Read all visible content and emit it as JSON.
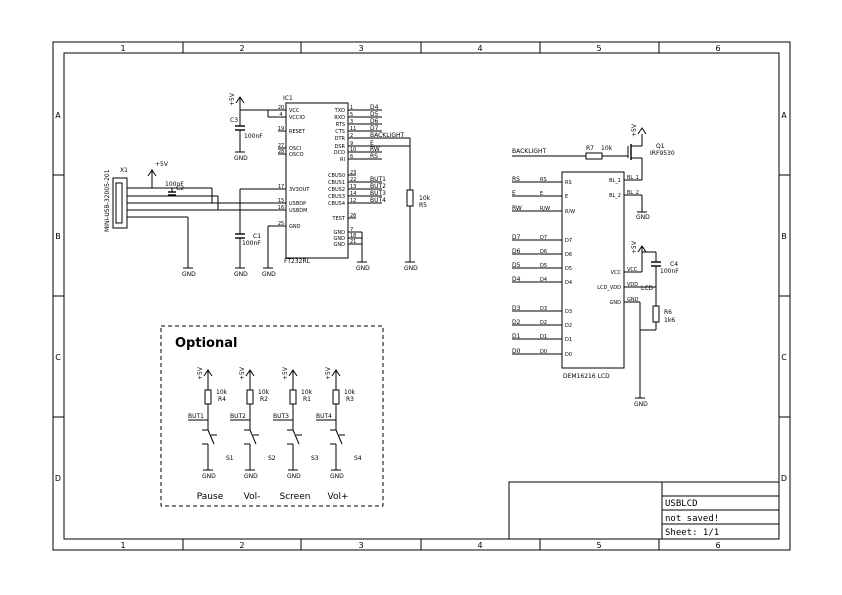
{
  "frame": {
    "columns": [
      "1",
      "2",
      "3",
      "4",
      "5",
      "6"
    ],
    "rows": [
      "A",
      "B",
      "C",
      "D"
    ]
  },
  "title_block": {
    "name": "USBLCD",
    "status": "not saved!",
    "sheet": "Sheet: 1/1"
  },
  "usb": {
    "ref": "X1",
    "part": "MINI-USB-32005-201",
    "cap": "C2",
    "cap_value": "100nF",
    "supply": "+5V"
  },
  "ic1": {
    "ref": "IC1",
    "part": "FT232RL",
    "left_pins": [
      {
        "num": "20",
        "name": "VCC"
      },
      {
        "num": "4",
        "name": "VCCIO"
      },
      {
        "num": "19",
        "name": "RESET"
      },
      {
        "num": "27",
        "name": "OSCI"
      },
      {
        "num": "28",
        "name": "OSCO"
      },
      {
        "num": "17",
        "name": "3V3OUT"
      },
      {
        "num": "15",
        "name": "USBDP"
      },
      {
        "num": "16",
        "name": "USBDM"
      },
      {
        "num": "25",
        "name": "GND"
      }
    ],
    "right_pins": [
      {
        "num": "1",
        "name": "TXD",
        "net": "D4"
      },
      {
        "num": "5",
        "name": "RXD",
        "net": "D5"
      },
      {
        "num": "3",
        "name": "RTS",
        "net": "D6"
      },
      {
        "num": "11",
        "name": "CTS",
        "net": "D7"
      },
      {
        "num": "2",
        "name": "DTR",
        "net": "BACKLIGHT"
      },
      {
        "num": "9",
        "name": "DSR",
        "net": "E"
      },
      {
        "num": "10",
        "name": "DCD",
        "net": "RW"
      },
      {
        "num": "6",
        "name": "RI",
        "net": "RS"
      },
      {
        "num": "23",
        "name": "CBUS0",
        "net": ""
      },
      {
        "num": "22",
        "name": "CBUS1",
        "net": "BUT1"
      },
      {
        "num": "13",
        "name": "CBUS2",
        "net": "BUT2"
      },
      {
        "num": "14",
        "name": "CBUS3",
        "net": "BUT3"
      },
      {
        "num": "12",
        "name": "CBUS4",
        "net": "BUT4"
      },
      {
        "num": "26",
        "name": "TEST",
        "net": ""
      },
      {
        "num": "7",
        "name": "GND",
        "net": ""
      },
      {
        "num": "18",
        "name": "GND",
        "net": ""
      },
      {
        "num": "21",
        "name": "GND",
        "net": ""
      }
    ]
  },
  "c3": {
    "ref": "C3",
    "value": "100nF"
  },
  "c1": {
    "ref": "C1",
    "value": "100nF"
  },
  "r5": {
    "ref": "R5",
    "value": "10k"
  },
  "r7": {
    "ref": "R7",
    "value": "10k"
  },
  "q1": {
    "ref": "Q1",
    "part": "IRF9530"
  },
  "c4": {
    "ref": "C4",
    "value": "100nF"
  },
  "r6": {
    "ref": "R6",
    "value": "1k6"
  },
  "lcd": {
    "part": "DEM16216 LCD",
    "left_pins": [
      "RS",
      "E",
      "R/W",
      "D7",
      "D6",
      "D5",
      "D4",
      "D3",
      "D2",
      "D1",
      "D0"
    ],
    "left_nets": [
      "RS",
      "E",
      "RW",
      "D7",
      "D6",
      "D5",
      "D4",
      "D3",
      "D2",
      "D1",
      "D0"
    ],
    "right_pins": [
      "BL_1",
      "BL_2",
      "VCC",
      "LCD_VDD",
      "GND"
    ],
    "right_nets": [
      "BL_1",
      "BL_2",
      "VCC",
      "VDD",
      "GND"
    ],
    "backlight_net": "BACKLIGHT",
    "lcd_net": "LCD"
  },
  "symbols": {
    "gnd": "GND",
    "vcc": "+5V"
  },
  "optional": {
    "title": "Optional",
    "switches": [
      {
        "res": "R4",
        "value": "10k",
        "net": "BUT1",
        "sw": "S1",
        "label": "Pause"
      },
      {
        "res": "R2",
        "value": "10k",
        "net": "BUT2",
        "sw": "S2",
        "label": "Vol-"
      },
      {
        "res": "R1",
        "value": "10k",
        "net": "BUT3",
        "sw": "S3",
        "label": "Screen"
      },
      {
        "res": "R3",
        "value": "10k",
        "net": "BUT4",
        "sw": "S4",
        "label": "Vol+"
      }
    ]
  }
}
